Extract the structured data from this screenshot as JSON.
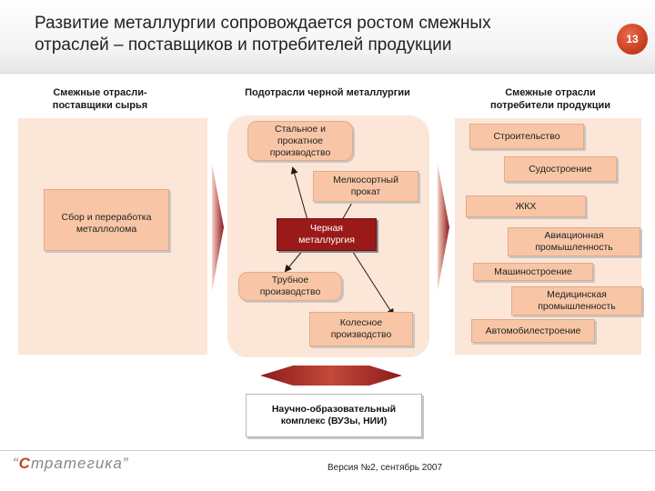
{
  "header": {
    "title": "Развитие металлургии сопровождается ростом смежных\nотраслей – поставщиков и потребителей продукции",
    "page_number": "13"
  },
  "columns": {
    "left_heading": "Смежные отрасли-\nпоставщики сырья",
    "center_heading": "Подотрасли черной металлургии",
    "right_heading": "Смежные отрасли\nпотребители продукции"
  },
  "left": {
    "supplier": "Сбор и переработка\nметаллолома"
  },
  "center": {
    "steel_rolled": "Стальное и\nпрокатное\nпроизводство",
    "small_section": "Мелкосортный\nпрокат",
    "ferrous": "Черная\nметаллургия",
    "pipe": "Трубное\nпроизводство",
    "wheel": "Колесное\nпроизводство"
  },
  "right": {
    "items": [
      "Строительство",
      "Судостроение",
      "ЖКХ",
      "Авиационная\nпромышленность",
      "Машиностроение",
      "Медицинская\nпромышленность",
      "Автомобилестроение"
    ]
  },
  "research": "Научно-образовательный\nкомплекс (ВУЗы, НИИ)",
  "footer": {
    "logo": "Стратегика",
    "version": "Версия №2, сентябрь 2007"
  },
  "colors": {
    "panel": "#fbe6d8",
    "box": "#f8c6a6",
    "dark_box": "#9a1a1a",
    "arrow": "#8e1a1a",
    "accent": "#c53a1c"
  }
}
